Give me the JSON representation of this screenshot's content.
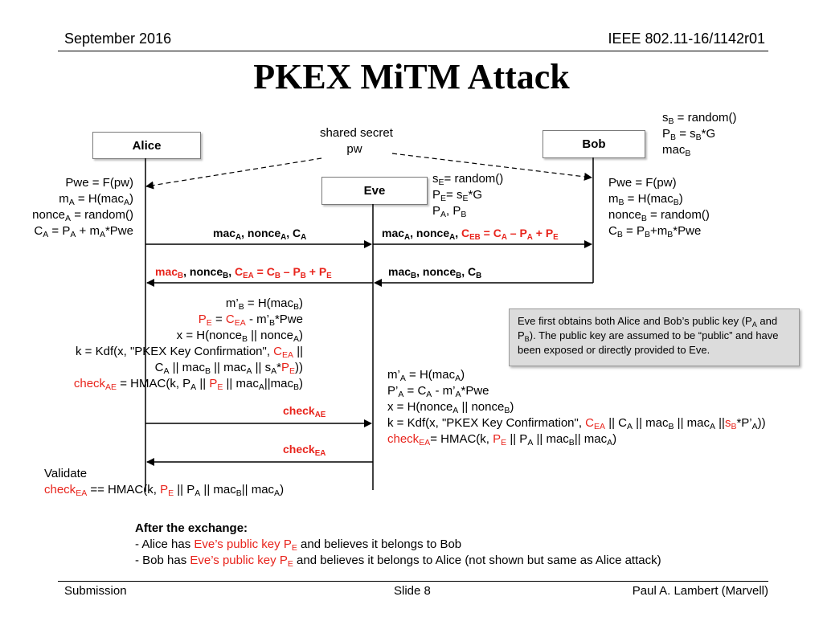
{
  "header": {
    "date": "September 2016",
    "doc_id": "IEEE 802.11-16/1142r01"
  },
  "title": "PKEX MiTM Attack",
  "participants": {
    "alice": "Alice",
    "eve": "Eve",
    "bob": "Bob"
  },
  "shared_secret": {
    "line1": "shared secret",
    "line2": "pw"
  },
  "bob_setup": {
    "line1": "s",
    "line1_sub": "B",
    "line1_rest": " = random()",
    "line2": "P",
    "line2_sub": "B",
    "line2_mid": " = s",
    "line2_sub2": "B",
    "line2_rest": "*G",
    "line3": "mac",
    "line3_sub": "B"
  },
  "eve_setup": {
    "line1": "s",
    "line1_sub": "E",
    "line1_rest": "= random()",
    "line2": "P",
    "line2_sub": "E",
    "line2_mid": "= s",
    "line2_sub2": "E",
    "line2_rest": "*G",
    "line3": "P",
    "line3_sub": "A",
    "line3_mid": ", P",
    "line3_sub2": "B"
  },
  "alice_calc": {
    "pwe": "Pwe = F(pw)",
    "m": "m",
    "m_sub": "A",
    "m_rest": " = H(mac",
    "m_sub2": "A",
    "m_end": ")",
    "nonce": "nonce",
    "nonce_sub": "A",
    "nonce_rest": " = random()",
    "c": "C",
    "c_sub": "A",
    "c_mid": " = P",
    "c_sub2": "A",
    "c_mid2": " + m",
    "c_sub3": "A",
    "c_rest": "*Pwe"
  },
  "bob_calc": {
    "pwe": "Pwe = F(pw)",
    "m": "m",
    "m_sub": "B",
    "m_rest": " = H(mac",
    "m_sub2": "B",
    "m_end": ")",
    "nonce": "nonce",
    "nonce_sub": "B",
    "nonce_rest": " = random()",
    "c": "C",
    "c_sub": "B",
    "c_mid": " = P",
    "c_sub2": "B",
    "c_mid2": "+m",
    "c_sub3": "B",
    "c_rest": "*Pwe"
  },
  "messages": {
    "m1": {
      "a": "mac",
      "a_sub": "A",
      "b": ", nonce",
      "b_sub": "A",
      "c": ", C",
      "c_sub": "A"
    },
    "m2": {
      "a": "mac",
      "a_sub": "A",
      "b": ", nonce",
      "b_sub": "A",
      "c": ", ",
      "red": "C",
      "red_sub": "EB",
      "red_mid": " = C",
      "red_sub2": "A",
      "red_mid2": " – P",
      "red_sub3": "A",
      "red_mid3": " + P",
      "red_sub4": "E"
    },
    "m3": {
      "a": "mac",
      "a_sub": "B",
      "b": ", nonce",
      "b_sub": "B",
      "c": ", C",
      "c_sub": "B"
    },
    "m4": {
      "red1": "mac",
      "red1_sub": "B",
      "b": ", nonce",
      "b_sub": "B",
      "c": ", ",
      "red": "C",
      "red_sub": "EA",
      "red_mid": " = C",
      "red_sub2": "B",
      "red_mid2": " – P",
      "red_sub3": "B",
      "red_mid3": " + P",
      "red_sub4": "E"
    },
    "check_ae": "check",
    "check_ae_sub": "AE",
    "check_ea": "check",
    "check_ea_sub": "EA"
  },
  "alice_mid": {
    "l1": "m’",
    "l1_sub": "B",
    "l1_rest": " =  H(mac",
    "l1_sub2": "B",
    "l1_end": ")",
    "l2_red": "P",
    "l2_red_sub": "E",
    "l2_mid": " = ",
    "l2_red2": "C",
    "l2_red2_sub": "EA",
    "l2_rest": "  - m’",
    "l2_sub3": "B",
    "l2_end": "*Pwe",
    "l3": "x = H(nonce",
    "l3_sub": "B",
    "l3_mid": " || nonce",
    "l3_sub2": "A",
    "l3_end": ")",
    "l4": "k = Kdf(x, \"PKEX Key Confirmation\", ",
    "l4_red": "C",
    "l4_red_sub": "EA",
    "l4_end": " ||",
    "l5": "C",
    "l5_sub": "A",
    "l5_mid": " || mac",
    "l5_sub2": "B",
    "l5_mid2": " || mac",
    "l5_sub3": "A",
    "l5_mid3": " || s",
    "l5_sub4": "A",
    "l5_mid4": "*",
    "l5_red": "P",
    "l5_red_sub": "E",
    "l5_end": "))",
    "l6_red": "check",
    "l6_red_sub": "AE",
    "l6_mid": " = HMAC(k, P",
    "l6_sub": "A",
    "l6_mid2": " || ",
    "l6_red2": "P",
    "l6_red2_sub": "E",
    "l6_mid3": " || mac",
    "l6_sub2": "A",
    "l6_mid4": "||mac",
    "l6_sub3": "B",
    "l6_end": ")"
  },
  "eve_mid": {
    "l1": "m’",
    "l1_sub": "A",
    "l1_rest": " =  H(mac",
    "l1_sub2": "A",
    "l1_end": ")",
    "l2": "P’",
    "l2_sub": "A",
    "l2_mid": " = C",
    "l2_sub2": "A",
    "l2_mid2": " - m’",
    "l2_sub3": "A",
    "l2_end": "*Pwe",
    "l3": "x = H(nonce",
    "l3_sub": "A",
    "l3_mid": " || nonce",
    "l3_sub2": "B",
    "l3_end": ")",
    "l4": "k = Kdf(x, \"PKEX Key Confirmation\", ",
    "l4_red": "C",
    "l4_red_sub": "EA",
    "l4_mid": " || C",
    "l4_sub": "A",
    "l4_mid2": " || mac",
    "l4_sub2": "B",
    "l4_mid3": " || mac",
    "l4_sub3": "A",
    "l4_mid4": " ||",
    "l4_red2": "s",
    "l4_red2_sub": "B",
    "l4_mid5": "*P’",
    "l4_sub4": "A",
    "l4_end": "))",
    "l5_red": "check",
    "l5_red_sub": "EA",
    "l5_mid": "= HMAC(k, ",
    "l5_red2": "P",
    "l5_red2_sub": "E",
    "l5_mid2": " || P",
    "l5_sub": "A",
    "l5_mid3": " || mac",
    "l5_sub2": "B",
    "l5_mid4": "|| mac",
    "l5_sub3": "A",
    "l5_end": ")"
  },
  "validate": {
    "l1": "Validate",
    "l2_red": "check",
    "l2_red_sub": "EA",
    "l2_mid": " == HMAC(k, ",
    "l2_red2": "P",
    "l2_red2_sub": "E",
    "l2_mid2": " || P",
    "l2_sub": "A",
    "l2_mid3": " || mac",
    "l2_sub2": "B",
    "l2_mid4": "|| mac",
    "l2_sub3": "A",
    "l2_end": ")"
  },
  "note": {
    "t1": "Eve first obtains both Alice and Bob’s public key (P",
    "t1_sub": "A",
    "t2": " and P",
    "t2_sub": "B",
    "t3": "). The public key are assumed to be “public” and have been exposed or directly provided to Eve."
  },
  "after": {
    "heading": "After the exchange:",
    "l1_a": " - Alice has ",
    "l1_red": "Eve’s public key P",
    "l1_red_sub": "E",
    "l1_b": " and believes it belongs to Bob",
    "l2_a": " - Bob has ",
    "l2_red": "Eve’s public key P",
    "l2_red_sub": "E",
    "l2_b": " and believes it belongs to Alice (not shown but same as Alice attack)"
  },
  "footer": {
    "left": "Submission",
    "center": "Slide 8",
    "right": "Paul A. Lambert (Marvell)"
  }
}
